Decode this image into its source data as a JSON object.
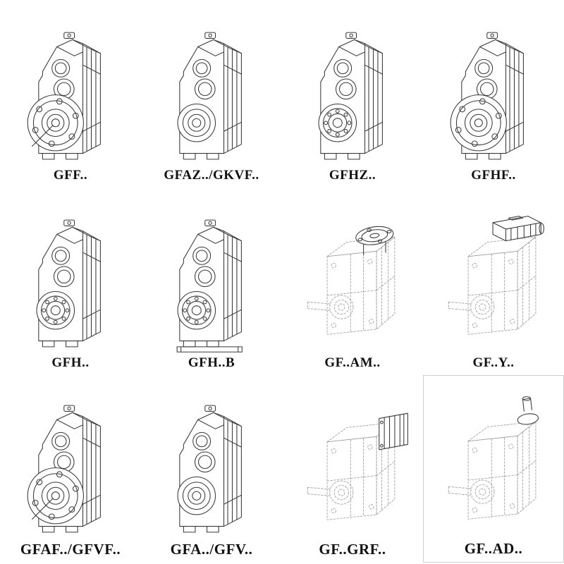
{
  "colors": {
    "line": "#3a3a3a",
    "ghost_line": "#9a9a9a",
    "label": "#111111",
    "background": "#ffffff"
  },
  "catalog": {
    "items": [
      {
        "label": "GFF..",
        "line_style": "solid",
        "drawing": "gear-unit-flange-with-shaft"
      },
      {
        "label": "GFAZ../GKVF..",
        "line_style": "solid",
        "drawing": "gear-unit-hollow-shaft"
      },
      {
        "label": "GFHZ..",
        "line_style": "solid",
        "drawing": "gear-unit-hollow-shaft-bearing"
      },
      {
        "label": "GFHF..",
        "line_style": "solid",
        "drawing": "gear-unit-flange-hollow"
      },
      {
        "label": "GFH..",
        "line_style": "solid",
        "drawing": "gear-unit-hollow-shaft-bearing"
      },
      {
        "label": "GFH..B",
        "line_style": "solid",
        "drawing": "gear-unit-hollow-shaft-base"
      },
      {
        "label": "GF..AM..",
        "line_style": "dashed",
        "drawing": "gear-unit-input-flange-adapter"
      },
      {
        "label": "GF..Y..",
        "line_style": "dashed",
        "drawing": "gear-unit-with-motor"
      },
      {
        "label": "GFAF../GFVF..",
        "line_style": "solid",
        "drawing": "gear-unit-flange-with-shaft"
      },
      {
        "label": "GFA../GFV..",
        "line_style": "solid",
        "drawing": "gear-unit-hollow-shaft"
      },
      {
        "label": "GF..GRF..",
        "line_style": "dashed",
        "drawing": "gear-unit-finned-adapter"
      },
      {
        "label": "GF..AD..",
        "line_style": "dashed",
        "drawing": "gear-unit-input-shaft-adapter"
      }
    ]
  }
}
